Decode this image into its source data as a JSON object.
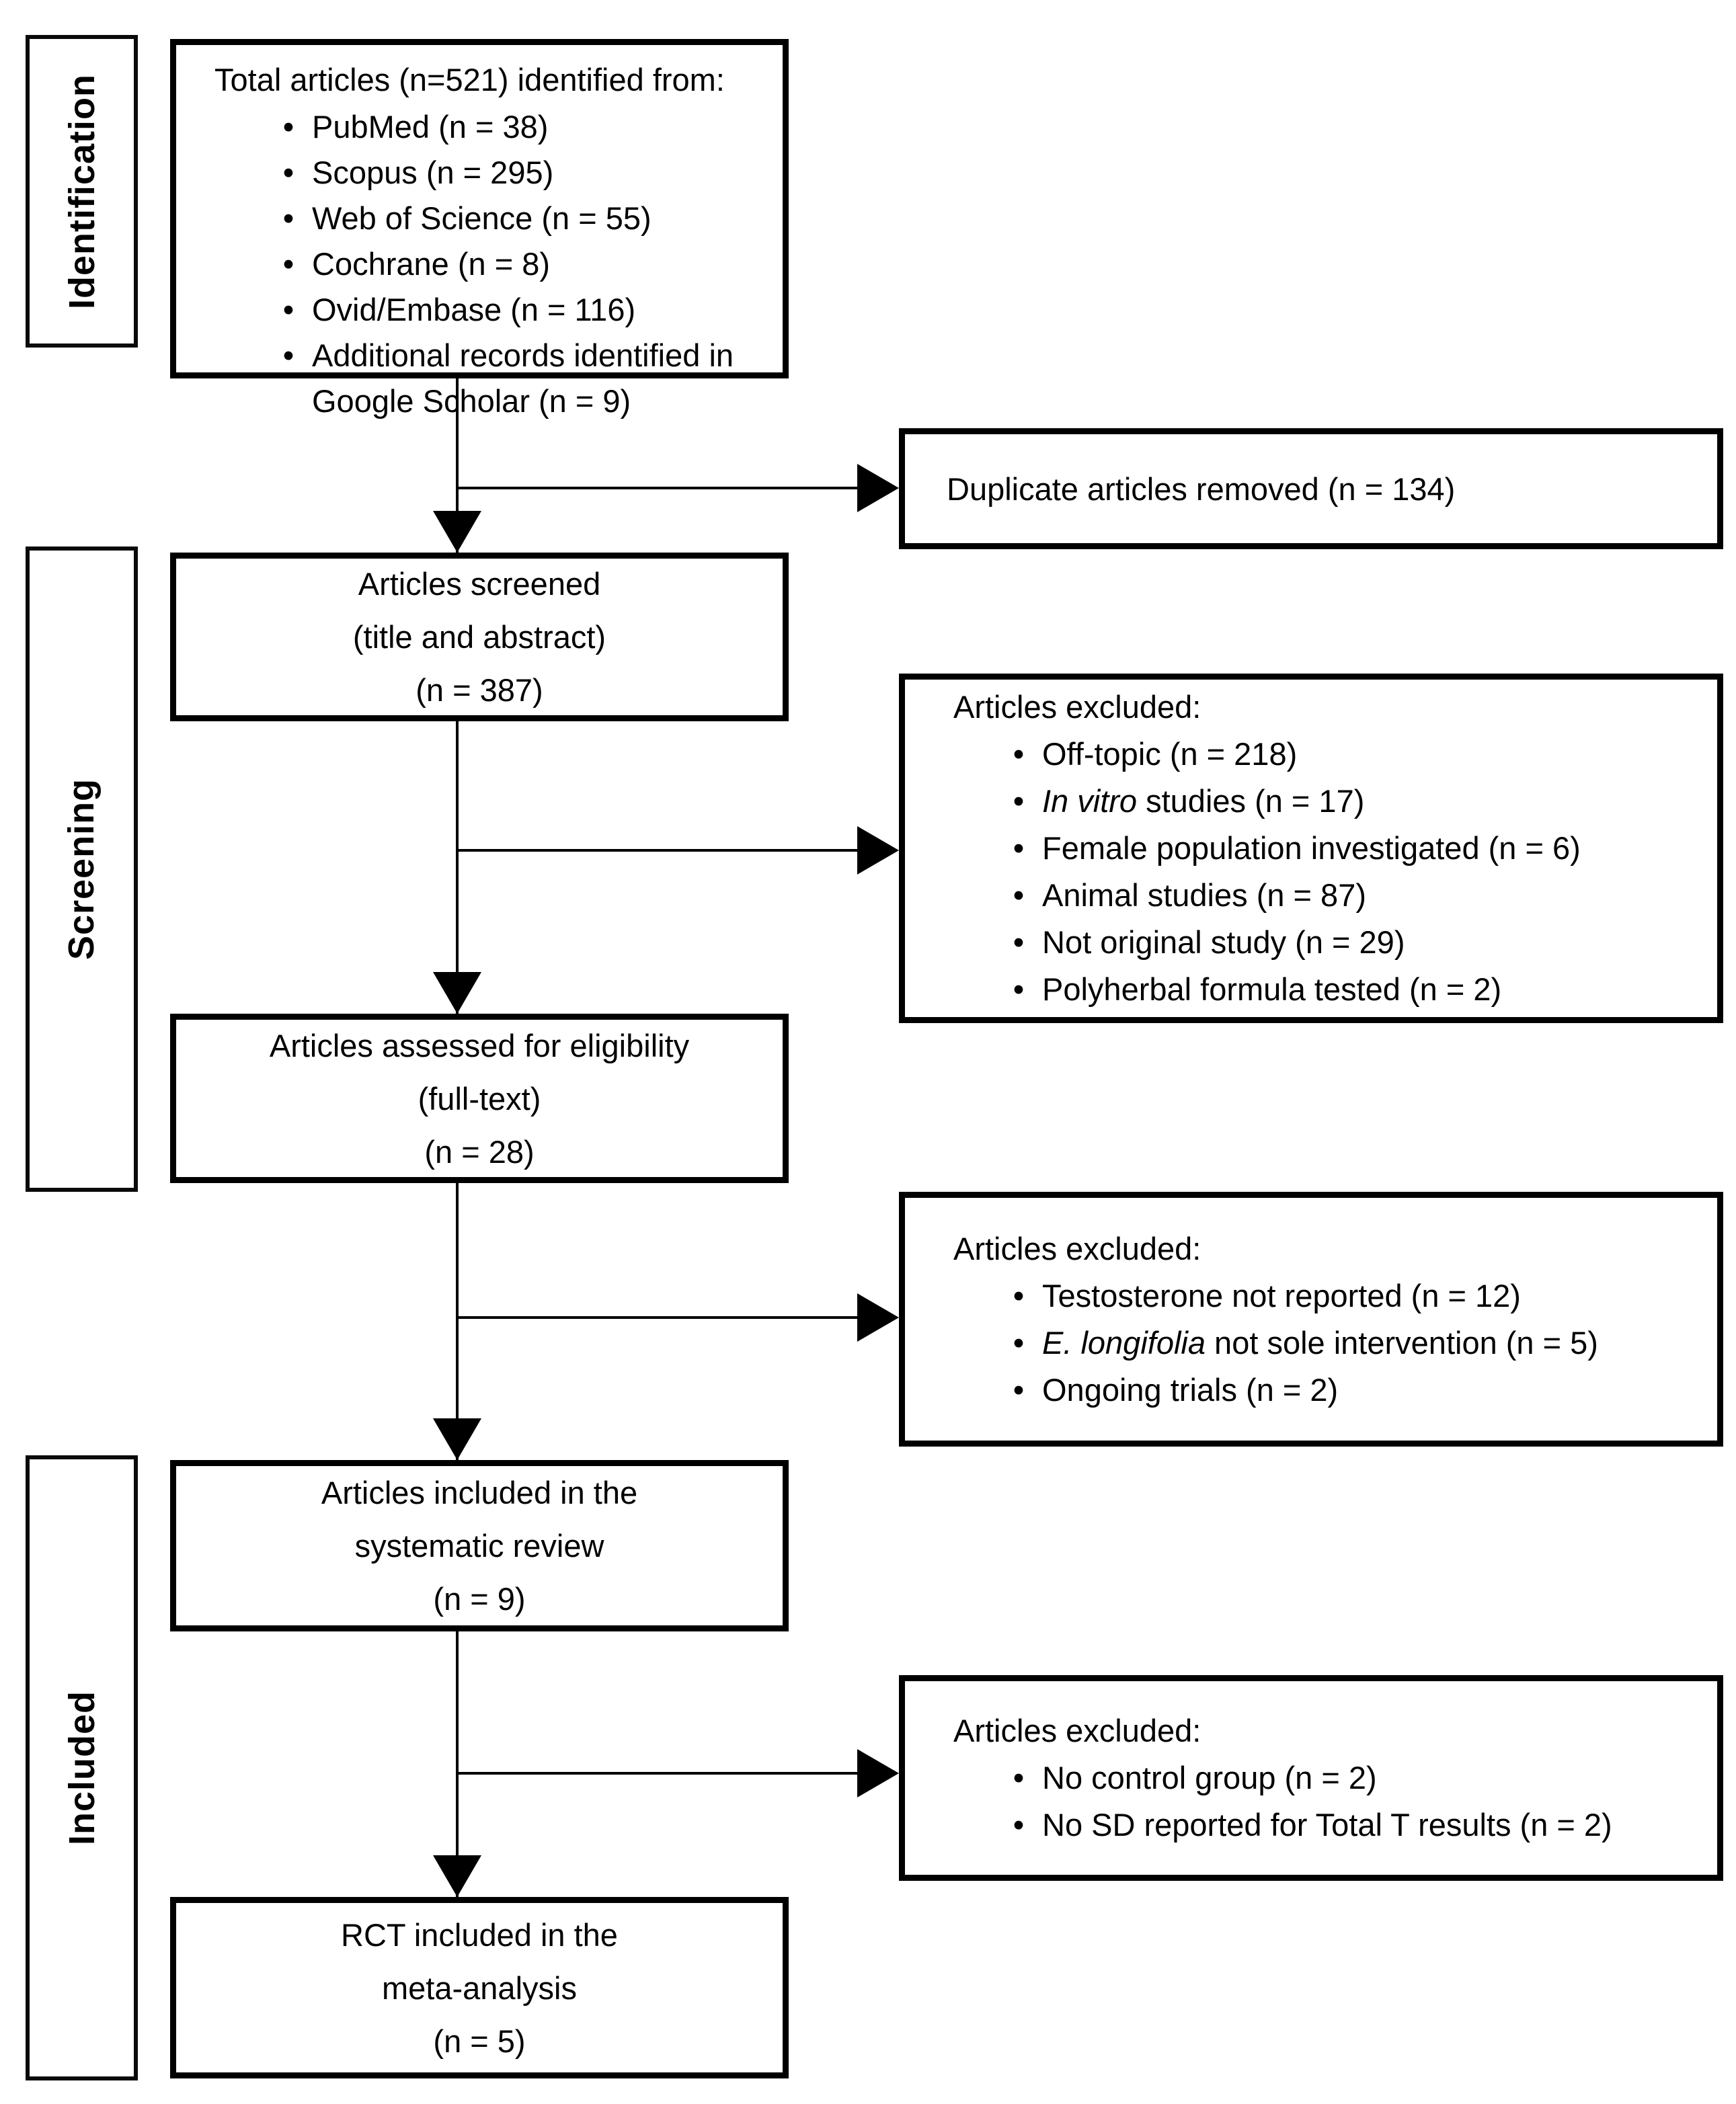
{
  "bullet_char": "•",
  "sidebar": {
    "identification": "Identification",
    "screening": "Screening",
    "included": "Included"
  },
  "flow": {
    "identified": {
      "title": "Total articles (n=521) identified from:",
      "items": [
        "PubMed (n = 38)",
        "Scopus (n = 295)",
        "Web of Science (n = 55)",
        "Cochrane (n = 8)",
        "Ovid/Embase (n = 116)",
        "Additional records identified in Google Scholar (n = 9)"
      ]
    },
    "duplicates_removed": {
      "text": "Duplicate articles removed (n = 134)"
    },
    "screened": {
      "lines": [
        "Articles screened",
        "(title and abstract)",
        "(n = 387)"
      ]
    },
    "excluded_screening": {
      "title": "Articles excluded:",
      "items": [
        [
          {
            "t": "Off-topic (n = 218)"
          }
        ],
        [
          {
            "i": true,
            "t": "In vitro"
          },
          {
            "t": " studies (n = 17)"
          }
        ],
        [
          {
            "t": "Female population investigated (n = 6)"
          }
        ],
        [
          {
            "t": "Animal studies (n = 87)"
          }
        ],
        [
          {
            "t": "Not original study (n = 29)"
          }
        ],
        [
          {
            "t": "Polyherbal formula tested (n = 2)"
          }
        ]
      ]
    },
    "assessed": {
      "lines": [
        "Articles assessed for eligibility",
        "(full-text)",
        "(n = 28)"
      ]
    },
    "excluded_eligibility": {
      "title": "Articles excluded:",
      "items": [
        [
          {
            "t": "Testosterone not reported (n = 12)"
          }
        ],
        [
          {
            "i": true,
            "t": "E. longifolia"
          },
          {
            "t": " not sole intervention (n = 5)"
          }
        ],
        [
          {
            "t": "Ongoing trials (n = 2)"
          }
        ]
      ]
    },
    "included_review": {
      "lines": [
        "Articles included in the",
        "systematic review",
        "(n = 9)"
      ]
    },
    "excluded_review": {
      "title": "Articles excluded:",
      "items": [
        [
          {
            "t": "No control group (n = 2)"
          }
        ],
        [
          {
            "t": "No SD reported for Total T results (n = 2)"
          }
        ]
      ]
    },
    "rct": {
      "lines": [
        "RCT included in the",
        "meta-analysis",
        "(n = 5)"
      ]
    }
  }
}
